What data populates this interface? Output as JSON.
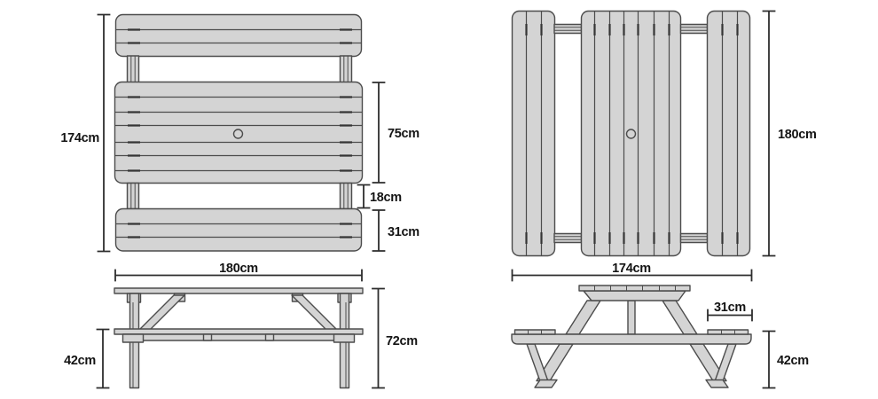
{
  "theme": {
    "background": "#ffffff",
    "wood_fill": "#d4d4d4",
    "outline": "#4c4c4c",
    "joint": "#353535",
    "dim_color": "#2d2d2d",
    "text_color": "#141414"
  },
  "views": {
    "plan_front": {
      "overall_depth": "174cm",
      "tabletop_depth": "75cm",
      "gap": "18cm",
      "bench_depth": "31cm"
    },
    "plan_side": {
      "overall_length": "180cm",
      "overall_width": "174cm"
    },
    "side_elevation": {
      "length": "180cm",
      "bench_height": "42cm",
      "table_height": "72cm"
    },
    "end_elevation": {
      "bench_depth": "31cm",
      "bench_height": "42cm"
    }
  }
}
